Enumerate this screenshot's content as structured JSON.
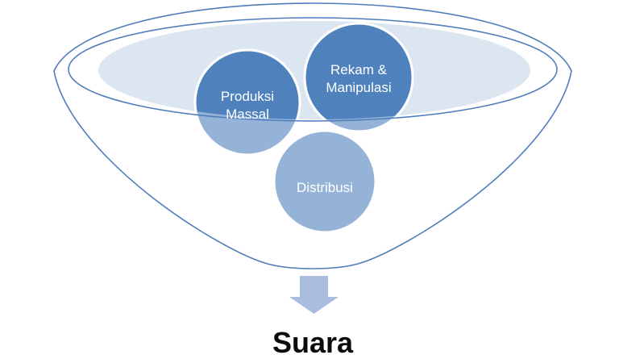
{
  "diagram": {
    "type": "funnel",
    "funnel_items": [
      {
        "id": "produksi-massal",
        "lines": [
          "Produksi",
          "Massal"
        ],
        "tone": "dark"
      },
      {
        "id": "rekam-manipulasi",
        "lines": [
          "Rekam &",
          "Manipulasi"
        ],
        "tone": "dark"
      },
      {
        "id": "distribusi",
        "lines": [
          "Distribusi"
        ],
        "tone": "light"
      }
    ],
    "output_label": "Suara",
    "colors": {
      "circle_dark": "#4f81bd",
      "circle_light": "#95b3d7",
      "circle_border": "#ffffff",
      "funnel_liquid": "#dce6f1",
      "outline": "#4f7dbc",
      "arrow": "#abbdde",
      "label_text": "#ffffff",
      "output_text": "#0a0a0a"
    }
  }
}
